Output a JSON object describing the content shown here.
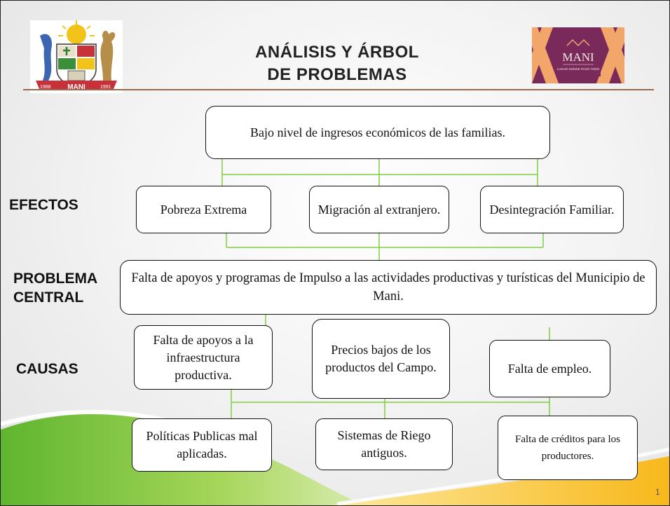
{
  "slide": {
    "title_line1": "ANÁLISIS Y ÁRBOL",
    "title_line2": "DE PROBLEMAS",
    "page_number": "1"
  },
  "logos": {
    "left_banner": "MANI",
    "left_year_start": "1988",
    "left_year_end": "1991",
    "right_brand": "MANI",
    "right_tagline": "LUGAR DONDE PASÓ TODO"
  },
  "labels": {
    "efectos": "EFECTOS",
    "problema": "PROBLEMA",
    "central": "CENTRAL",
    "causas": "CAUSAS"
  },
  "tree": {
    "top_effect": "Bajo nivel de ingresos económicos de las familias.",
    "effects": [
      "Pobreza Extrema",
      "Migración al extranjero.",
      "Desintegración Familiar."
    ],
    "central_problem": "Falta de apoyos y programas de Impulso a las actividades productivas y turísticas del Municipio de Mani.",
    "causes": [
      "Falta de apoyos a la infraestructura productiva.",
      "Precios bajos de los productos del Campo.",
      "Falta de empleo."
    ],
    "root_causes": [
      "Políticas Publicas mal aplicadas.",
      "Sistemas de Riego antiguos.",
      "Falta de créditos para los productores."
    ]
  },
  "colors": {
    "connector": "#7fce3e",
    "accent_green": "#8cc63f",
    "accent_yellow": "#f6c21c",
    "logo_purple": "#7a2a5a",
    "logo_orange": "#f2a66a"
  }
}
